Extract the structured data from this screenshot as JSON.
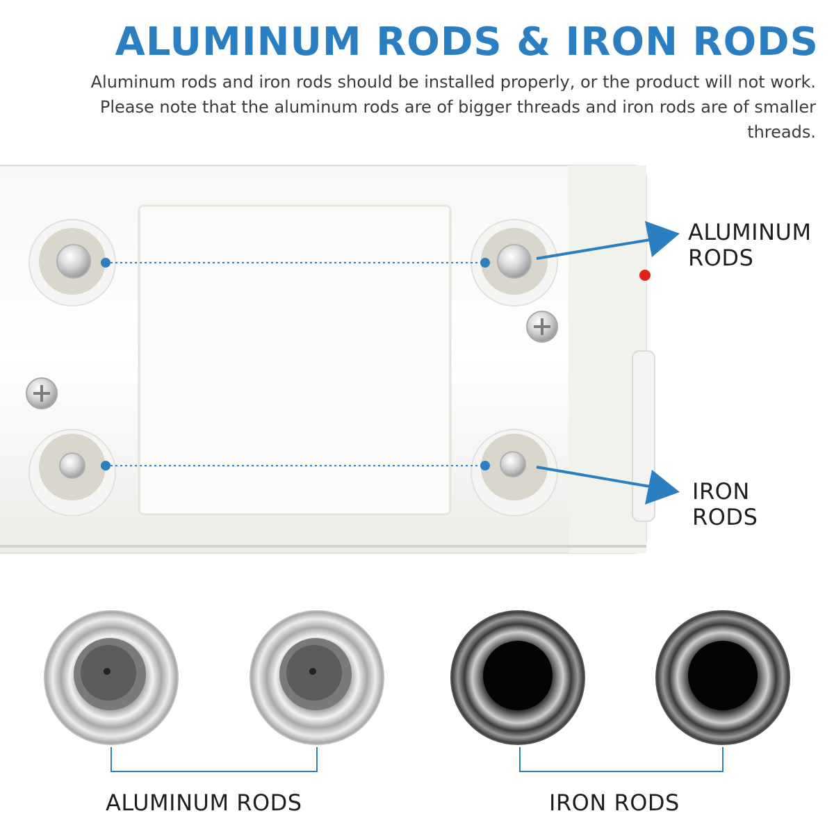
{
  "header": {
    "title": "ALUMINUM RODS & IRON RODS",
    "description_lines": [
      "Aluminum rods and iron rods should be installed properly, or the product will not work.",
      "Please note that the aluminum rods are of bigger threads and iron rods are of smaller",
      "threads."
    ]
  },
  "callouts": {
    "aluminum": {
      "line1": "ALUMINUM",
      "line2": "RODS"
    },
    "iron": {
      "line1": "IRON",
      "line2": "RODS"
    }
  },
  "bottom_labels": {
    "aluminum": "ALUMINUM RODS",
    "iron": "IRON RODS"
  },
  "colors": {
    "accent_blue": "#2b7fc1",
    "indicator_red": "#e0221c"
  }
}
